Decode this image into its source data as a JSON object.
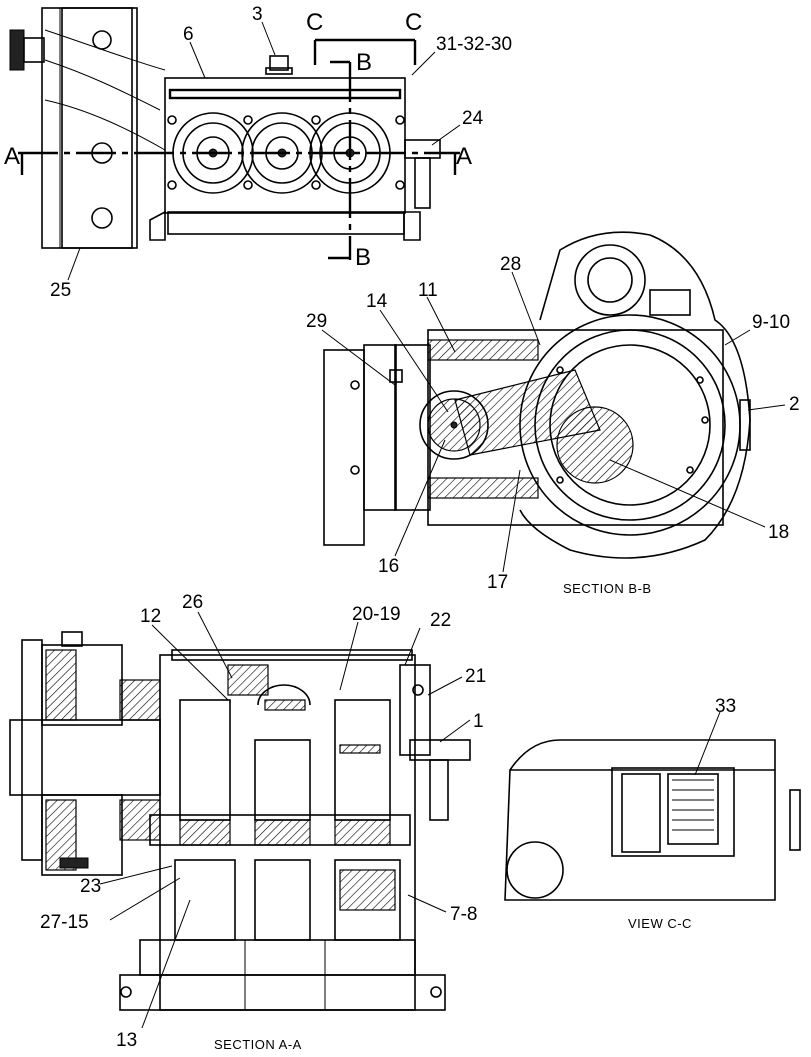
{
  "section_titles": {
    "b_b": "SECTION B-B",
    "a_a": "SECTION A-A",
    "c_c": "VIEW C-C"
  },
  "cut_markers": {
    "a": "A",
    "b": "B",
    "c": "C"
  },
  "callouts": {
    "c3": "3",
    "c6": "6",
    "c31_32_30": "31-32-30",
    "c24": "24",
    "c25": "25",
    "c28": "28",
    "c11": "11",
    "c14": "14",
    "c29": "29",
    "c9_10": "9-10",
    "c2": "2",
    "c18": "18",
    "c16": "16",
    "c17": "17",
    "c12": "12",
    "c26": "26",
    "c20_19": "20-19",
    "c22": "22",
    "c21": "21",
    "c1": "1",
    "c33": "33",
    "c23": "23",
    "c27_15": "27-15",
    "c7_8": "7-8",
    "c13": "13"
  }
}
